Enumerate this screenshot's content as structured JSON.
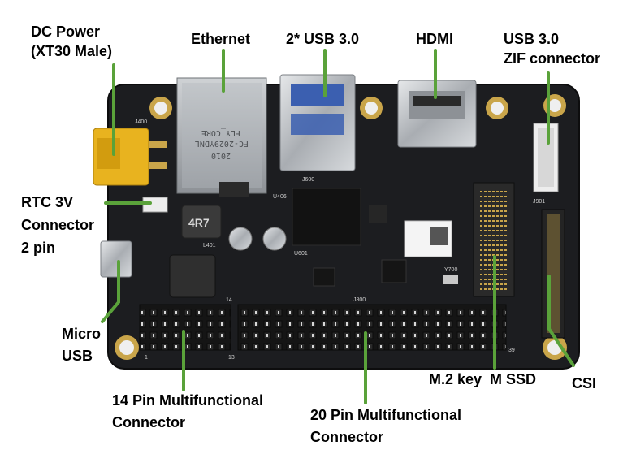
{
  "labels": {
    "dc_power": [
      "DC Power",
      "(XT30 Male)"
    ],
    "ethernet": "Ethernet",
    "usb3_dual": "2* USB 3.0",
    "hdmi": "HDMI",
    "usb3_zif": [
      "USB 3.0",
      "ZIF connector"
    ],
    "rtc": [
      "RTC 3V",
      "Connector",
      "2 pin"
    ],
    "micro_usb": [
      "Micro",
      "USB"
    ],
    "pin14": [
      "14 Pin Multifunctional",
      "Connector"
    ],
    "pin20": [
      "20 Pin Multifunctional",
      "Connector"
    ],
    "m2": "M.2 key  M SSD",
    "csi": "CSI"
  },
  "board_text": {
    "rj45_line1": "FLY_CORE",
    "rj45_line2": "FC-2029YDNL",
    "rj45_line3": "2010",
    "inductor": "4R7",
    "j400": "J400",
    "j600": "J600",
    "j800": "J800",
    "j901": "J901",
    "u406": "U406",
    "u601": "U601",
    "l401": "L401",
    "y700": "Y700",
    "pin_14": "14",
    "pin_13": "13",
    "pin_1": "1",
    "pin_39": "39"
  },
  "colors": {
    "pcb": "#1c1d20",
    "pointer": "#5aa23a",
    "gold": "#c9a54a",
    "connector_yellow": "#e8b31f"
  }
}
